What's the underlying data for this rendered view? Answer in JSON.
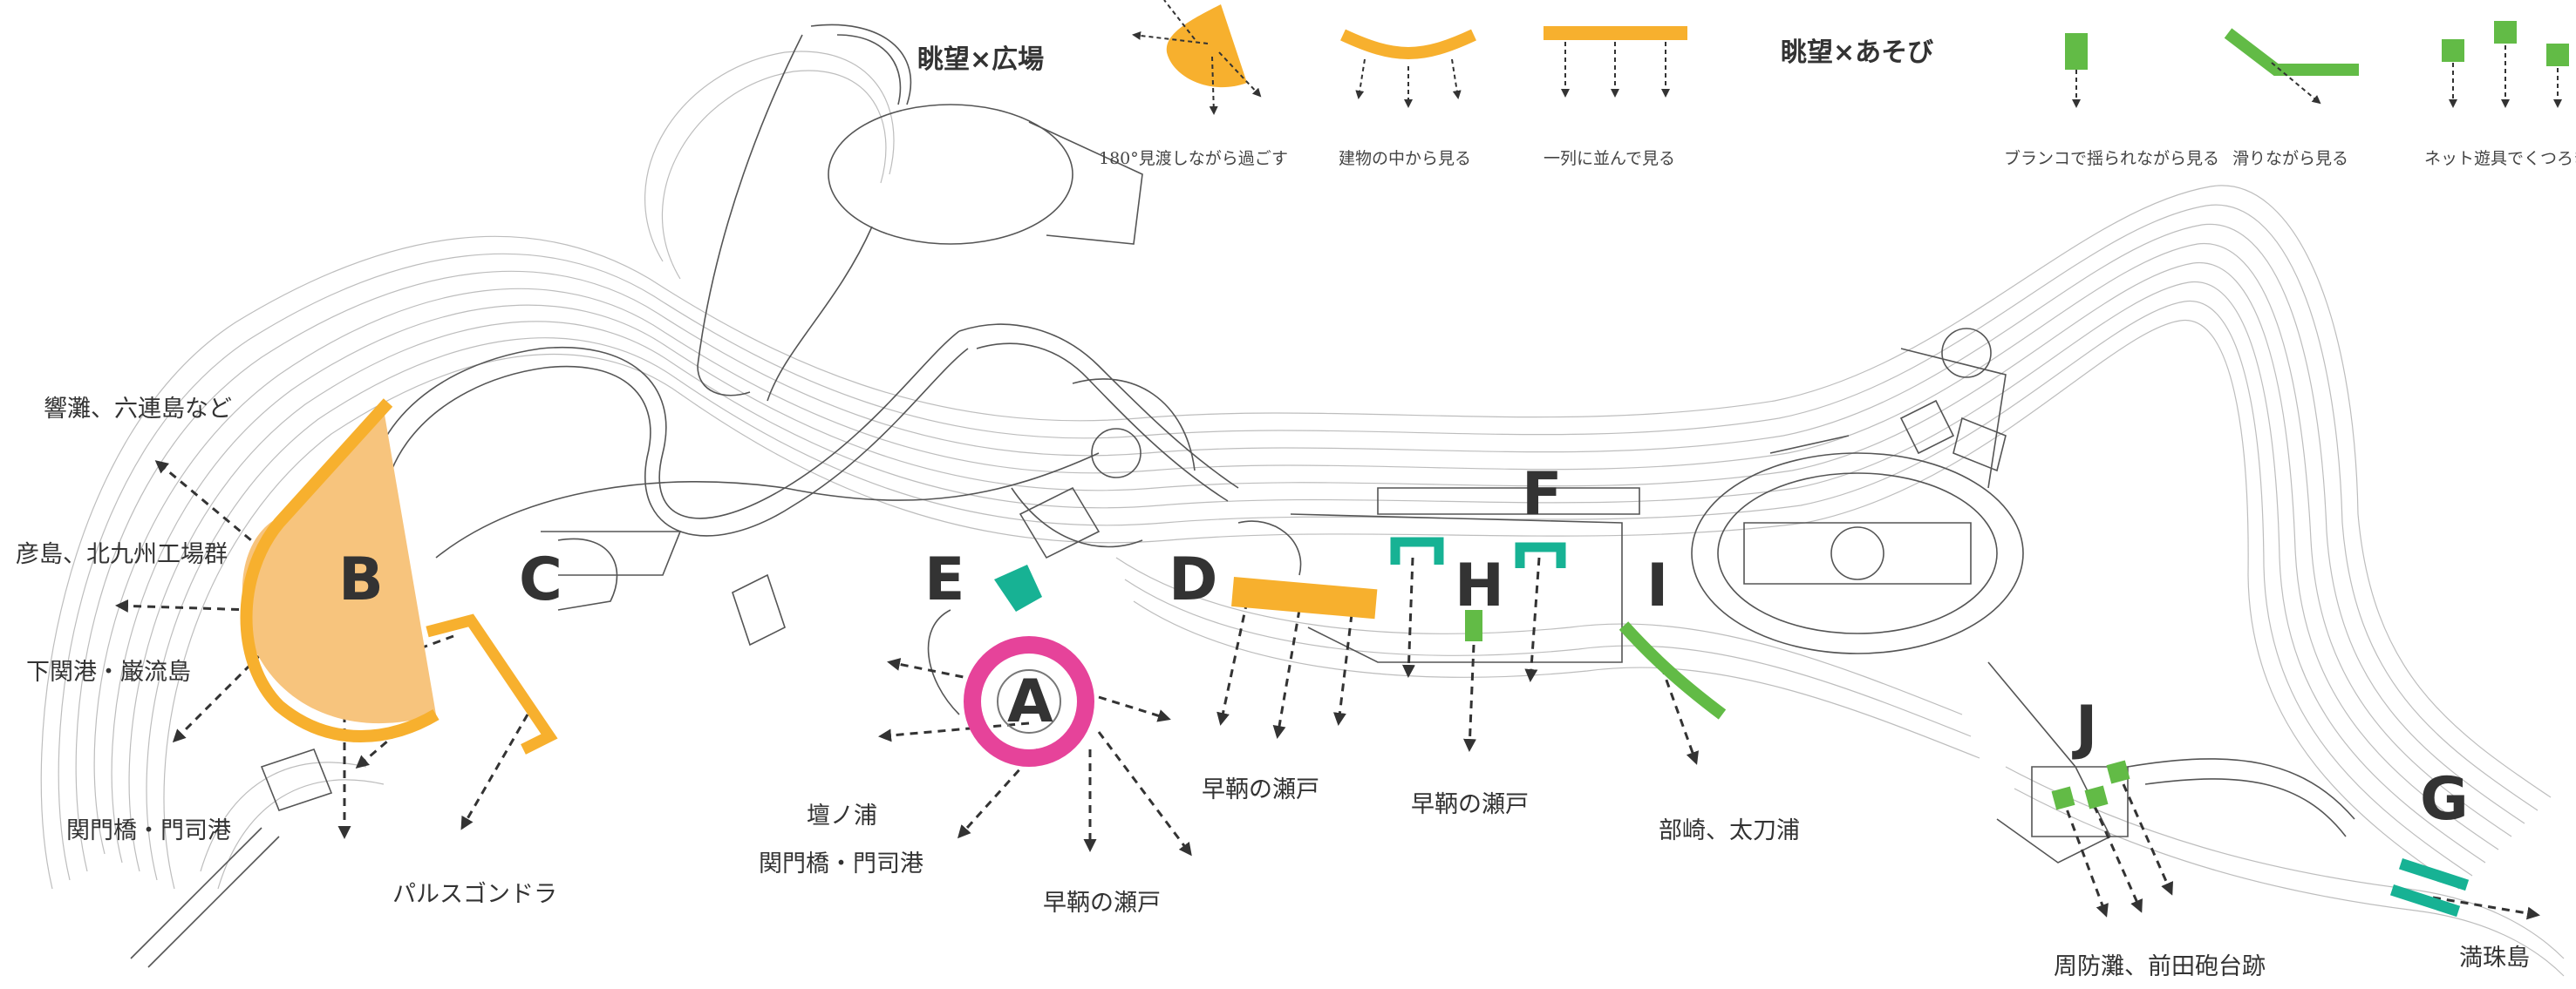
{
  "colors": {
    "orange": "#f7b02e",
    "green": "#62bb46",
    "teal": "#17b294",
    "pink": "#e6439a",
    "text": "#333333"
  },
  "legend": {
    "plaza_title": "眺望×広場",
    "play_title": "眺望×あそび",
    "items": [
      {
        "icon": "semicircle-view-icon",
        "caption": "180°見渡しながら過ごす"
      },
      {
        "icon": "arc-building-view-icon",
        "caption": "建物の中から見る"
      },
      {
        "icon": "line-view-icon",
        "caption": "一列に並んで見る"
      },
      {
        "icon": "swing-icon",
        "caption": "ブランコで揺られながら見る"
      },
      {
        "icon": "slide-icon",
        "caption": "滑りながら見る"
      },
      {
        "icon": "net-play-icon",
        "caption": "ネット遊具でくつろぎながら見る"
      }
    ]
  },
  "zones": [
    "A",
    "B",
    "C",
    "D",
    "E",
    "F",
    "G",
    "H",
    "I",
    "J"
  ],
  "places": {
    "hibiki": "響灘、六連島など",
    "hikoshima": "彦島、北九州工場群",
    "shimonoseki": "下関港・巌流島",
    "kanmon1": "関門橋・門司港",
    "gondola": "パルスゴンドラ",
    "dannoura": "壇ノ浦",
    "kanmon2": "関門橋・門司港",
    "hayatomo1": "早鞆の瀬戸",
    "hayatomo2": "早鞆の瀬戸",
    "hayatomo3": "早鞆の瀬戸",
    "besaki": "部崎、太刀浦",
    "suo": "周防灘、前田砲台跡",
    "manju": "満珠島"
  }
}
